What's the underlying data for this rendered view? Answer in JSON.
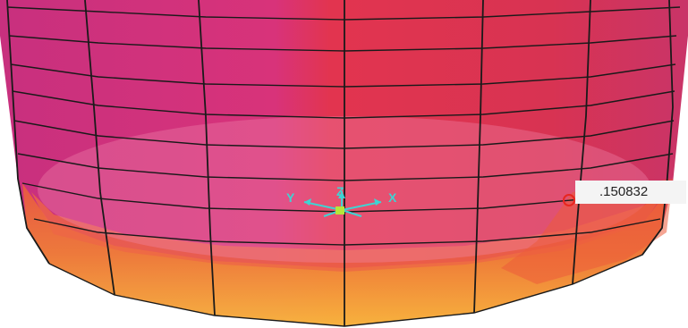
{
  "viewport": {
    "probe_value": ".150832",
    "axes": {
      "x_label": "X",
      "y_label": "Y",
      "z_label": "Z"
    }
  },
  "colors": {
    "background": "#ffffff",
    "magenta": "#d4357f",
    "red": "#e0334f",
    "orange": "#ec5b3a",
    "yellow": "#f7b73a",
    "mesh": "#1a1a1a",
    "axis": "#3fd3d3"
  }
}
